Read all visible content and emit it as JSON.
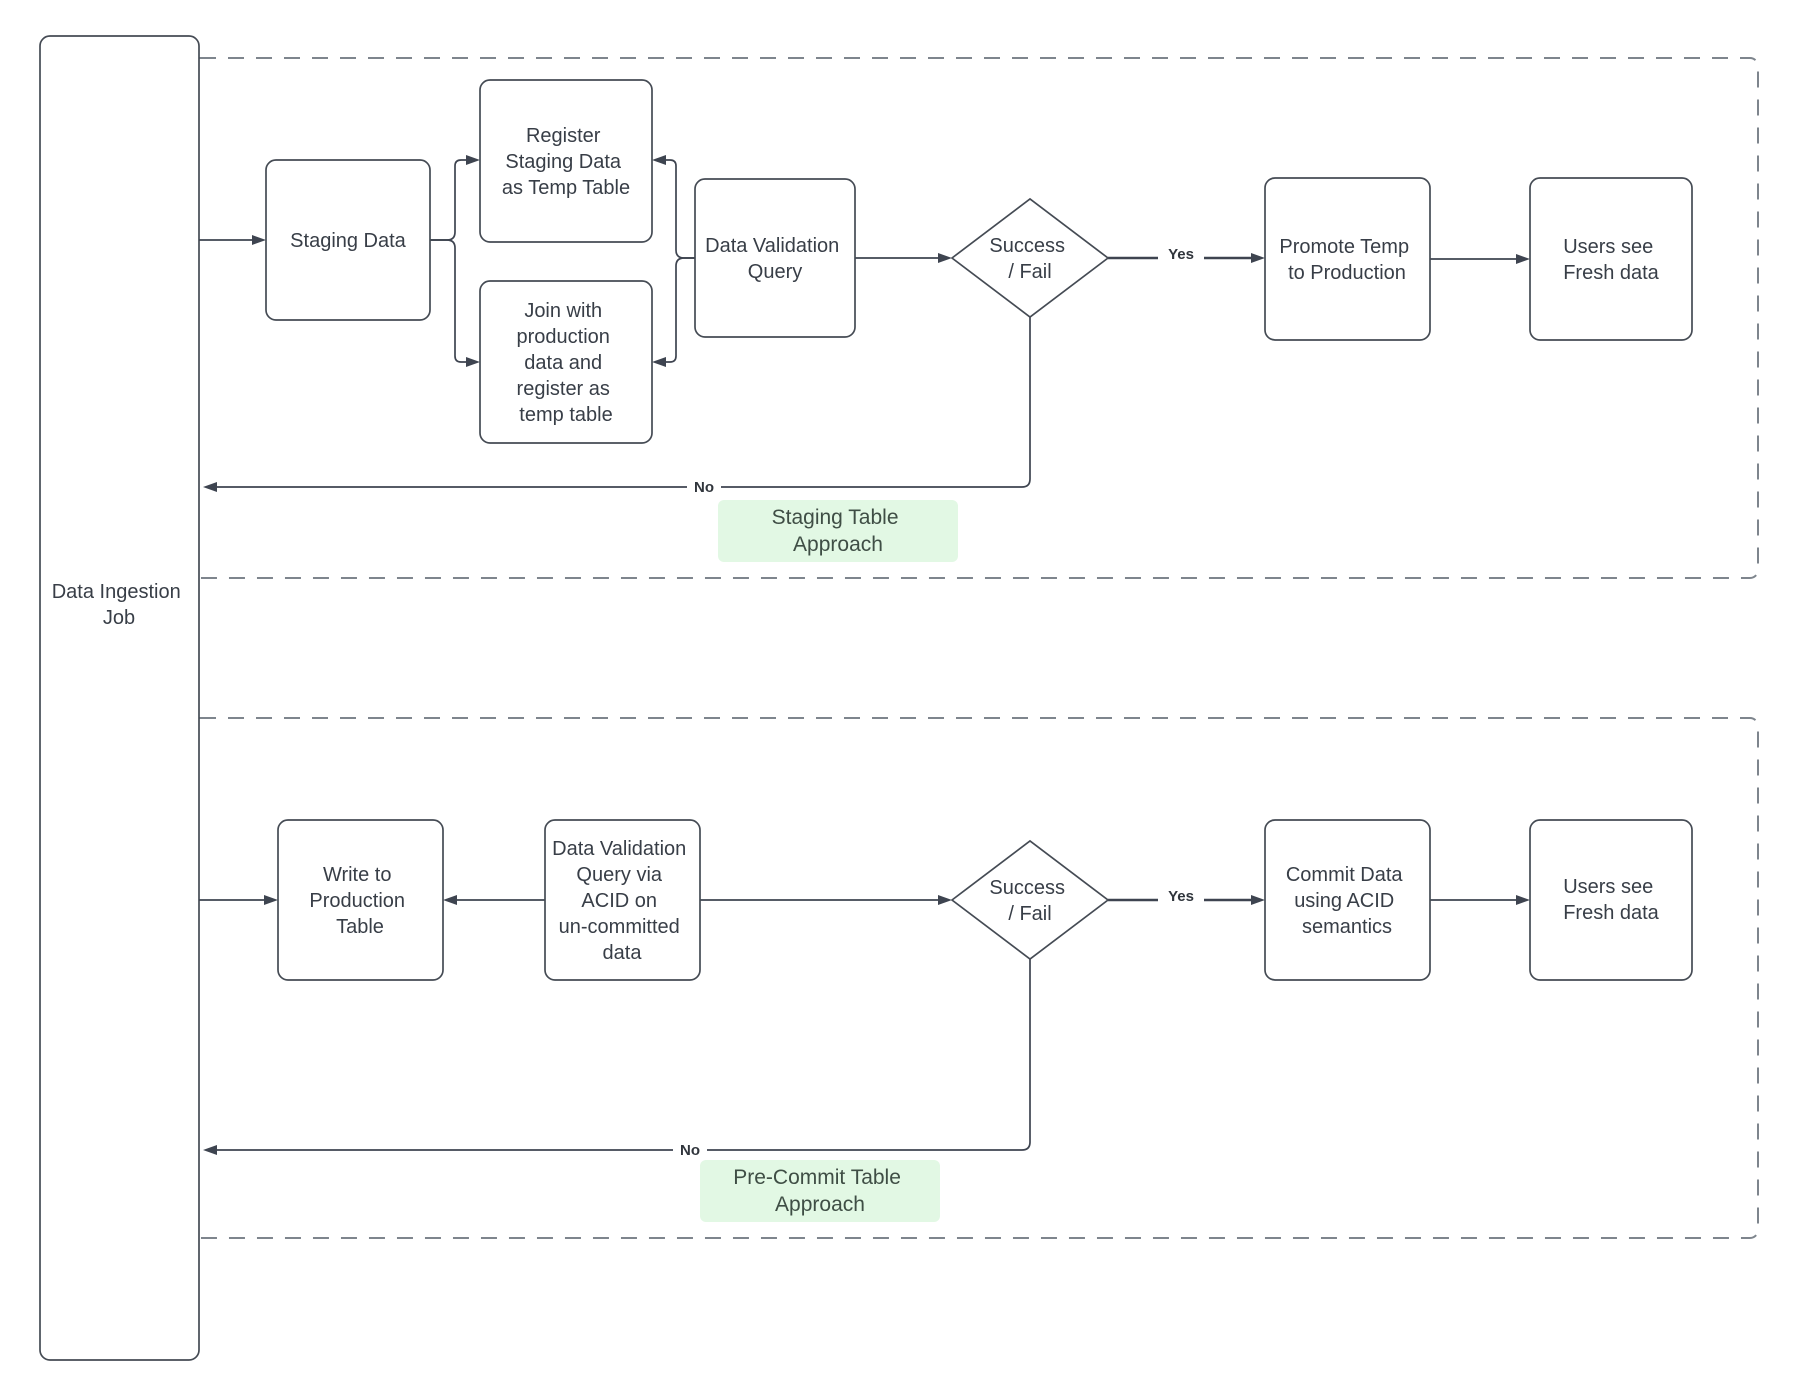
{
  "colors": {
    "canvas_bg": "#ffffff",
    "node_border": "#454b54",
    "node_fill": "#ffffff",
    "edge": "#3e4450",
    "node_text": "#383e47",
    "badge_bg": "#e2f8e4",
    "badge_text": "#3f4e45",
    "dashed_border": "#7e858d"
  },
  "ingestion_job": {
    "lines": [
      "Data Ingestion",
      "Job"
    ]
  },
  "sections": [
    {
      "badge": {
        "lines": [
          "Staging Table",
          "Approach"
        ]
      },
      "nodes": {
        "staging": {
          "lines": [
            "Staging Data"
          ]
        },
        "register": {
          "lines": [
            "Register",
            "Staging Data",
            "as Temp Table"
          ]
        },
        "join": {
          "lines": [
            "Join with",
            "production",
            "data and",
            "register as",
            "temp table"
          ]
        },
        "validation": {
          "lines": [
            "Data Validation",
            "Query"
          ]
        },
        "decision": {
          "lines": [
            "Success",
            "/ Fail"
          ]
        },
        "promote": {
          "lines": [
            "Promote Temp",
            "to Production"
          ]
        },
        "users": {
          "lines": [
            "Users see",
            "Fresh data"
          ]
        }
      },
      "edge_labels": {
        "yes": "Yes",
        "no": "No"
      }
    },
    {
      "badge": {
        "lines": [
          "Pre-Commit Table",
          "Approach"
        ]
      },
      "nodes": {
        "write": {
          "lines": [
            "Write to",
            "Production",
            "Table"
          ]
        },
        "validation": {
          "lines": [
            "Data Validation",
            "Query via",
            "ACID on",
            "un-committed",
            "data"
          ]
        },
        "decision": {
          "lines": [
            "Success",
            "/ Fail"
          ]
        },
        "commit": {
          "lines": [
            "Commit Data",
            "using ACID",
            "semantics"
          ]
        },
        "users": {
          "lines": [
            "Users see",
            "Fresh data"
          ]
        }
      },
      "edge_labels": {
        "yes": "Yes",
        "no": "No"
      }
    }
  ]
}
